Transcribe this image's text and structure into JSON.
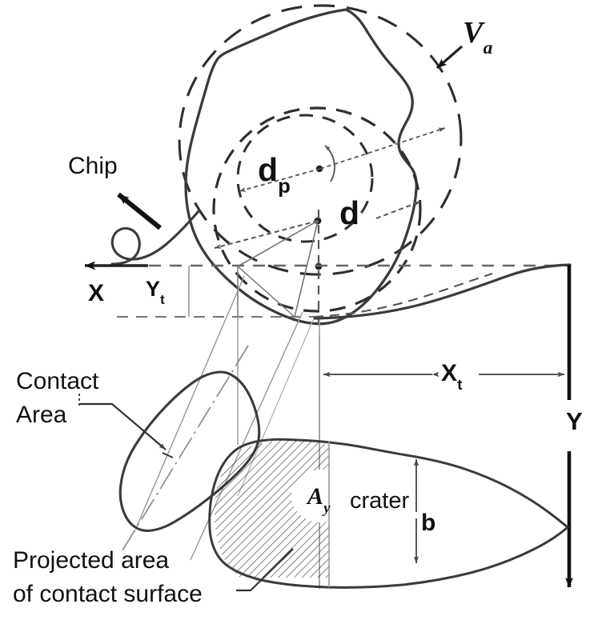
{
  "figure": {
    "type": "technical-diagram",
    "subject": "grinding grain contact and crater geometry",
    "background_color": "#ffffff",
    "line_color": "#333333",
    "text_color": "#111111"
  },
  "labels": {
    "chip": "Chip",
    "va_main": "V",
    "va_sub": "a",
    "dp_main": "d",
    "dp_sub": "p",
    "d": "d",
    "x_axis": "X",
    "yt_main": "Y",
    "yt_sub": "t",
    "xt_main": "X",
    "xt_sub": "t",
    "y_axis": "Y",
    "contact_line1": "Contact",
    "contact_line2": "Area",
    "ay_main": "A",
    "ay_sub": "y",
    "crater": "crater",
    "b": "b",
    "projected_line1": "Projected area",
    "projected_line2": "of contact surface"
  },
  "elements": {
    "grain_outline": "irregular solid polygon representing abrasive grain",
    "va_circle": "dashed circle marking outer wear diameter Va",
    "d_circle": "dashed circle marking grain diameter d",
    "dp_circle": "dashed circle marking projected diameter dp",
    "chip_arrow": "bold arrow pointing up-left toward Chip label",
    "x_arrow": "horizontal arrow pointing left along workpiece surface",
    "y_arrow": "vertical arrow pointing down at right edge",
    "xt_arrows": "double-headed horizontal dimension arrows",
    "b_arrows": "double-headed vertical dimension arrows inside crater",
    "contact_area_blob": "tilted elongated closed curve with dash-dot centerline",
    "crater_shape": "teardrop crater outline, left region hatched",
    "hatching": "45-degree parallel hatch lines filling Ay region",
    "projection_lines": "thin vertical lines linking upper and lower views"
  }
}
